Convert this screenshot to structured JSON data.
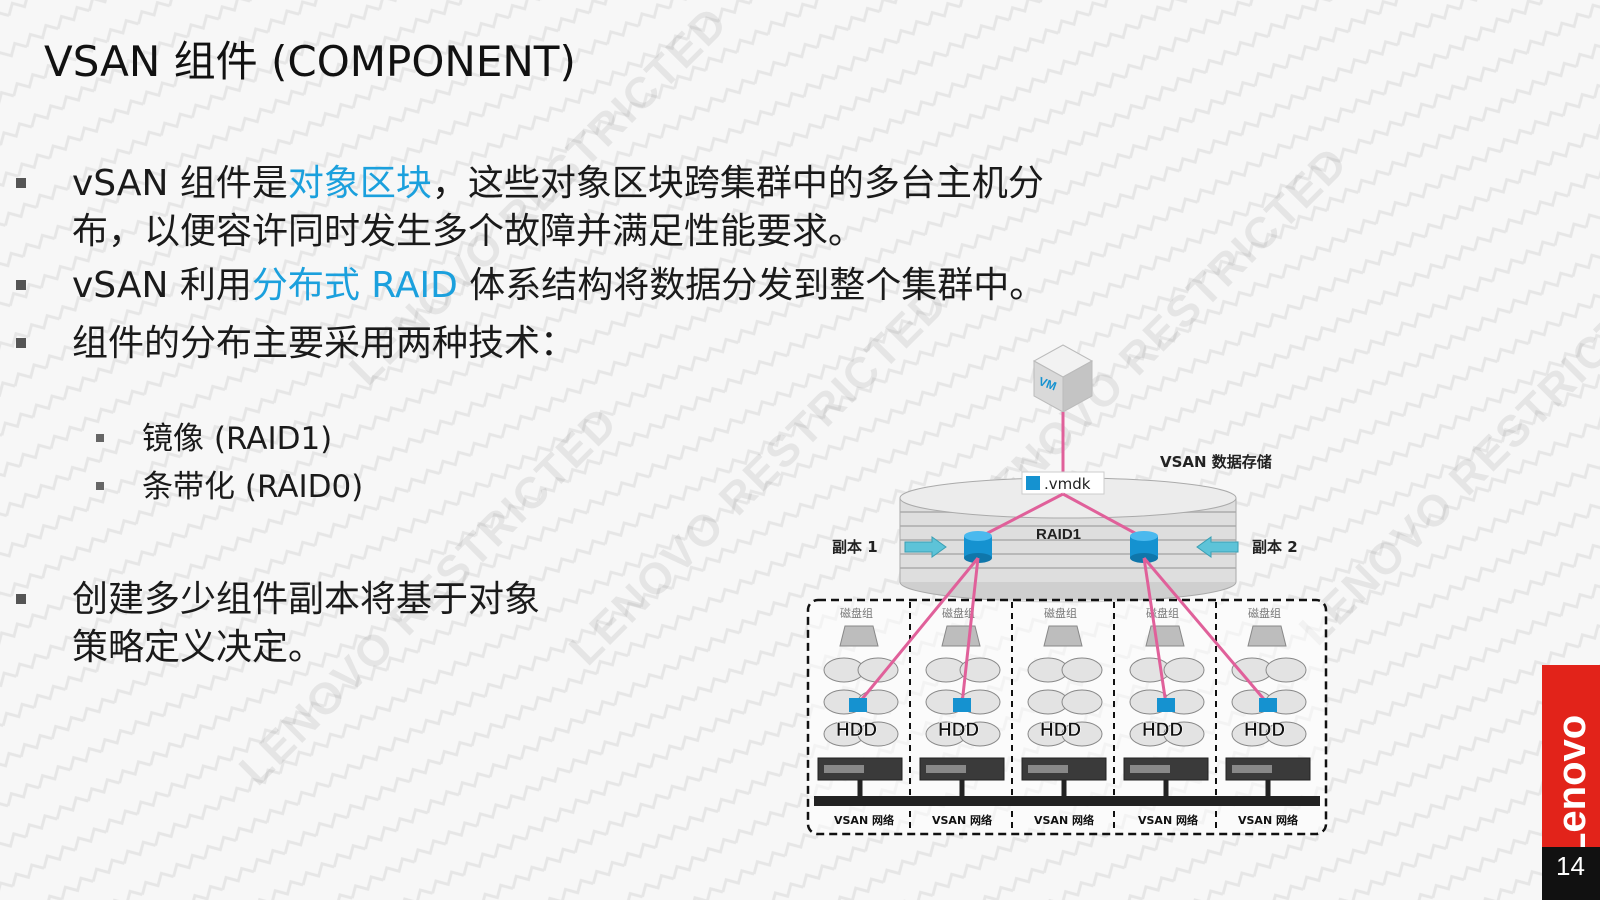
{
  "slide": {
    "title": "VSAN 组件 (COMPONENT)",
    "bullets": [
      {
        "pre": "vSAN 组件是",
        "hl": "对象区块",
        "post": "，这些对象区块跨集群中的多台主机分",
        "line2": "布，以便容许同时发生多个故障并满足性能要求。"
      },
      {
        "pre": "vSAN 利用",
        "hl": "分布式 RAID",
        "post": " 体系结构将数据分发到整个集群中。"
      },
      {
        "text": "组件的分布主要采用两种技术："
      },
      {
        "line1": "创建多少组件副本将基于对象",
        "line2": "策略定义决定。"
      }
    ],
    "sub_bullets": [
      "镜像 (RAID1)",
      "条带化 (RAID0)"
    ],
    "watermark": "LENOVO RESTRICTED",
    "brand": "Lenovo",
    "page_number": "14"
  },
  "diagram": {
    "vm_label": "VM",
    "datastore_label": "VSAN 数据存储",
    "vmdk_label": ".vmdk",
    "raid_label": "RAID1",
    "replica1_label": "副本  1",
    "replica2_label": "副本  2",
    "disk_group_label": "磁盘组",
    "hdd_label": "HDD",
    "network_label": "VSAN 网络",
    "colors": {
      "accent": "#1ba0dd",
      "link": "#e0609a",
      "brand": "#e2231a",
      "component": "#1592d0"
    }
  }
}
